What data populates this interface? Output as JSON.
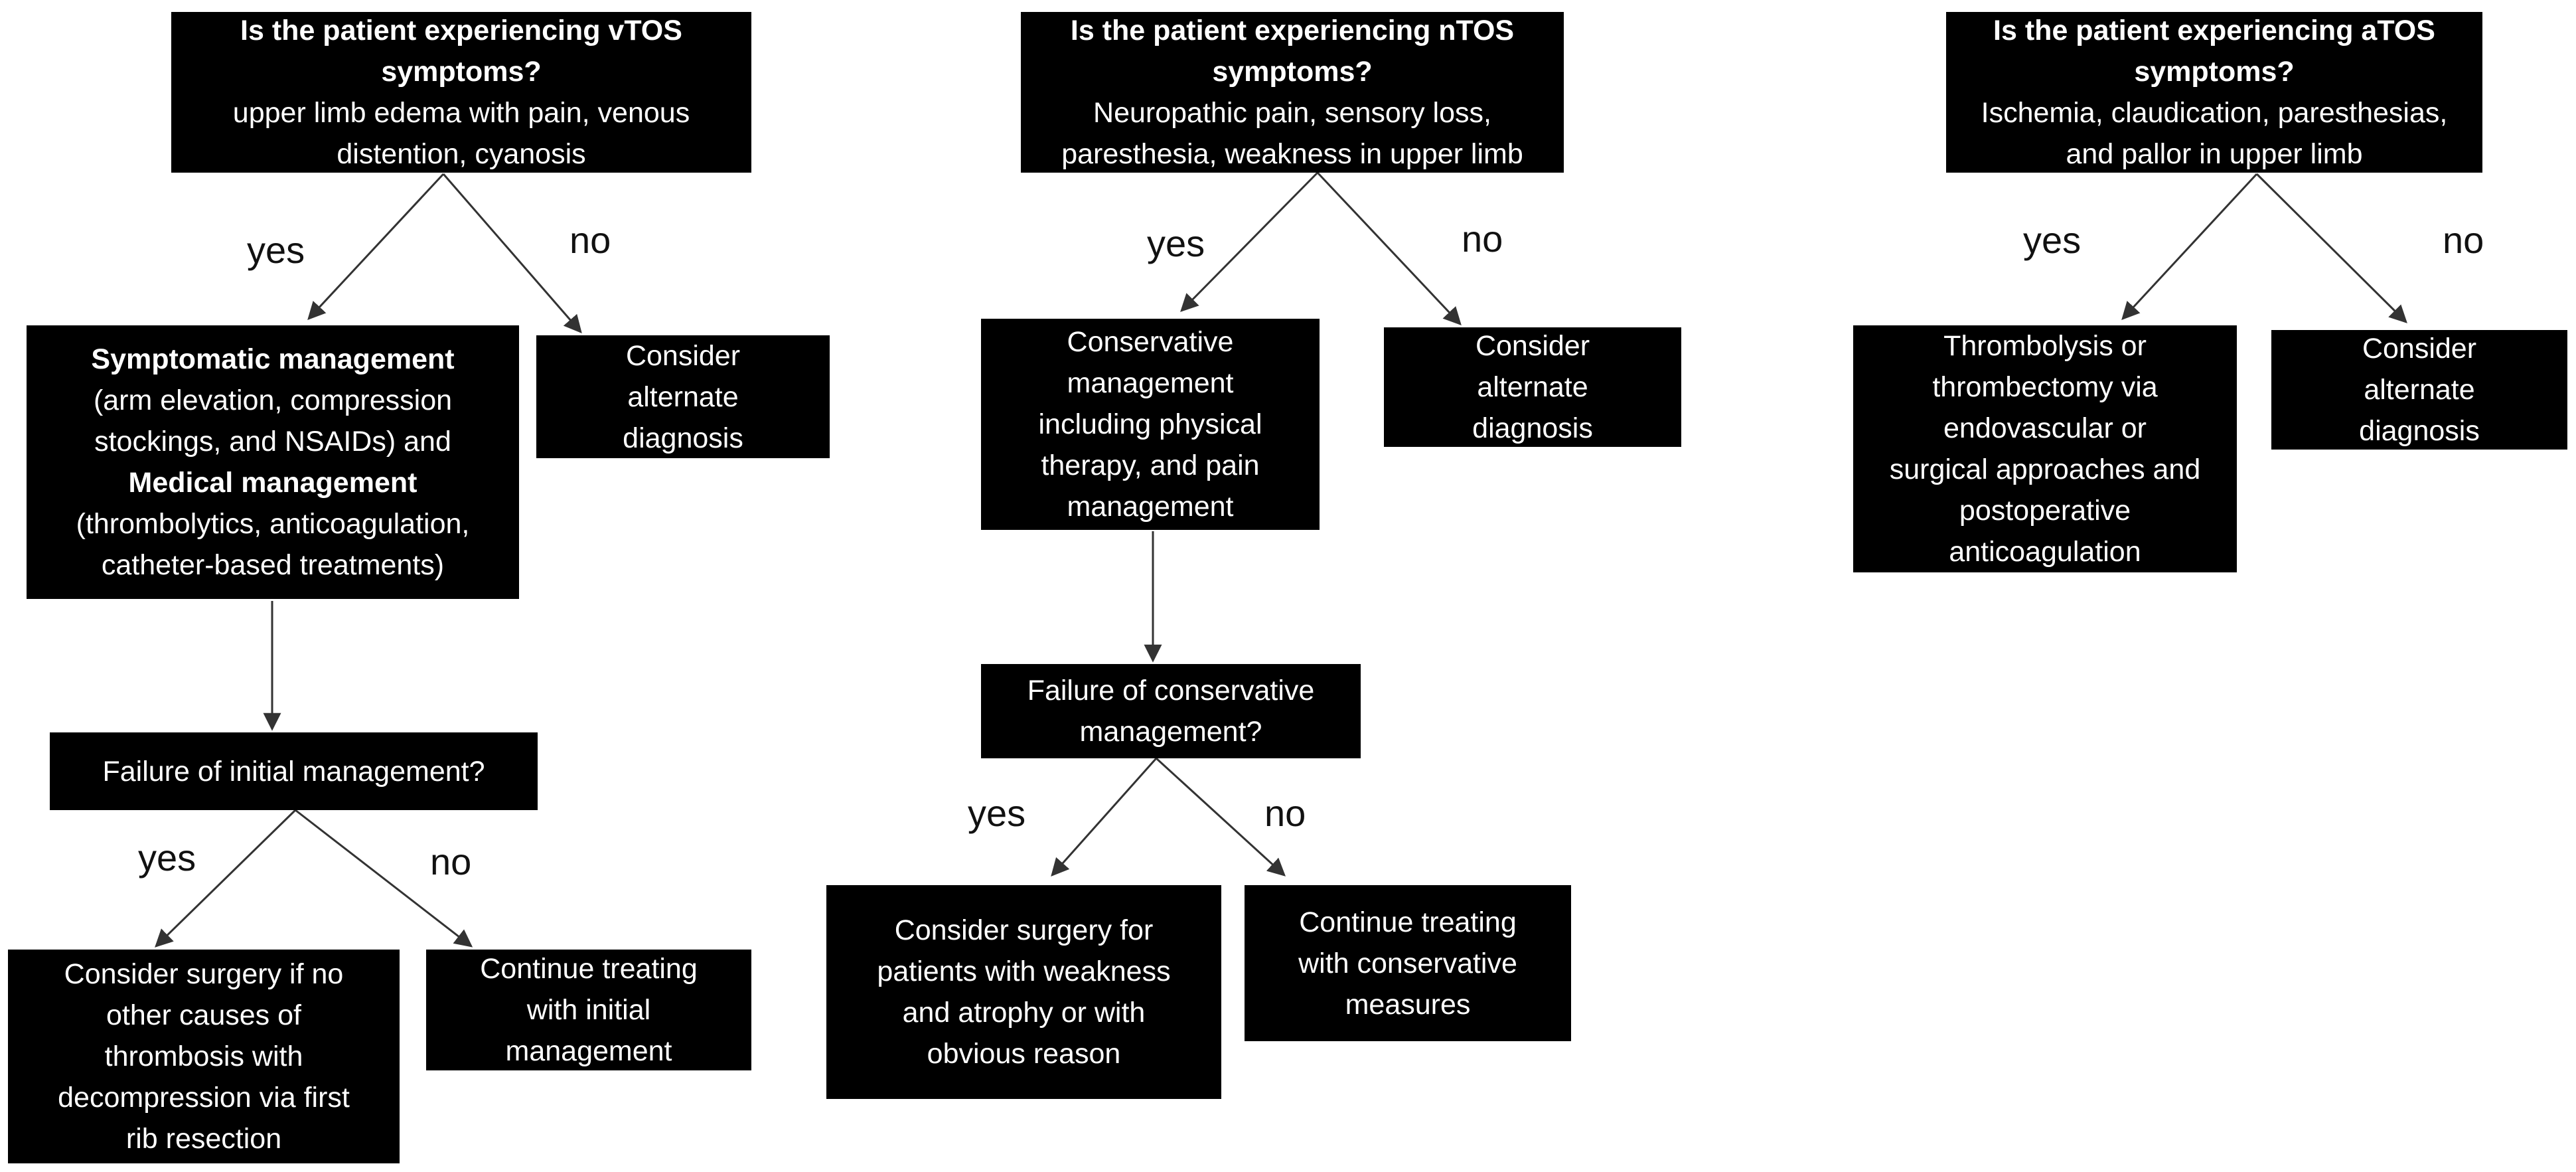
{
  "vtos": {
    "question_line1": "Is the patient experiencing vTOS",
    "question_line2": "symptoms?",
    "symptoms_line1": "upper limb edema with pain, venous",
    "symptoms_line2": "distention, cyanosis",
    "yes": "yes",
    "no": "no",
    "alt_line1": "Consider",
    "alt_line2": "alternate",
    "alt_line3": "diagnosis",
    "mgmt_line1": "Symptomatic management",
    "mgmt_line2": "(arm elevation, compression",
    "mgmt_line3": "stockings, and NSAIDs) and",
    "mgmt_line4": "Medical management",
    "mgmt_line5": "(thrombolytics, anticoagulation,",
    "mgmt_line6": "catheter-based treatments)",
    "failure": "Failure of initial management?",
    "yes2": "yes",
    "no2": "no",
    "surgery_line1": "Consider surgery if no",
    "surgery_line2": "other causes of",
    "surgery_line3": "thrombosis with",
    "surgery_line4": "decompression via first",
    "surgery_line5": "rib resection",
    "continue_line1": "Continue treating",
    "continue_line2": "with initial",
    "continue_line3": "management"
  },
  "ntos": {
    "question_line1": "Is the patient experiencing nTOS",
    "question_line2": "symptoms?",
    "symptoms_line1": "Neuropathic pain, sensory loss,",
    "symptoms_line2": "paresthesia, weakness in upper limb",
    "yes": "yes",
    "no": "no",
    "alt_line1": "Consider",
    "alt_line2": "alternate",
    "alt_line3": "diagnosis",
    "mgmt_line1": "Conservative",
    "mgmt_line2": "management",
    "mgmt_line3": "including physical",
    "mgmt_line4": "therapy, and pain",
    "mgmt_line5": "management",
    "failure_line1": "Failure of conservative",
    "failure_line2": "management?",
    "yes2": "yes",
    "no2": "no",
    "surgery_line1": "Consider surgery for",
    "surgery_line2": "patients with weakness",
    "surgery_line3": "and atrophy or with",
    "surgery_line4": "obvious reason",
    "continue_line1": "Continue treating",
    "continue_line2": "with conservative",
    "continue_line3": "measures"
  },
  "atos": {
    "question_line1": "Is the patient experiencing aTOS",
    "question_line2": "symptoms?",
    "symptoms_line1": "Ischemia, claudication, paresthesias,",
    "symptoms_line2": "and pallor in upper limb",
    "yes": "yes",
    "no": "no",
    "treat_line1": "Thrombolysis or",
    "treat_line2": "thrombectomy via",
    "treat_line3": "endovascular or",
    "treat_line4": "surgical approaches and",
    "treat_line5": "postoperative",
    "treat_line6": "anticoagulation",
    "alt_line1": "Consider",
    "alt_line2": "alternate",
    "alt_line3": "diagnosis"
  },
  "colors": {
    "box": "#000000",
    "box_text": "#ffffff",
    "arrow": "#333333"
  }
}
